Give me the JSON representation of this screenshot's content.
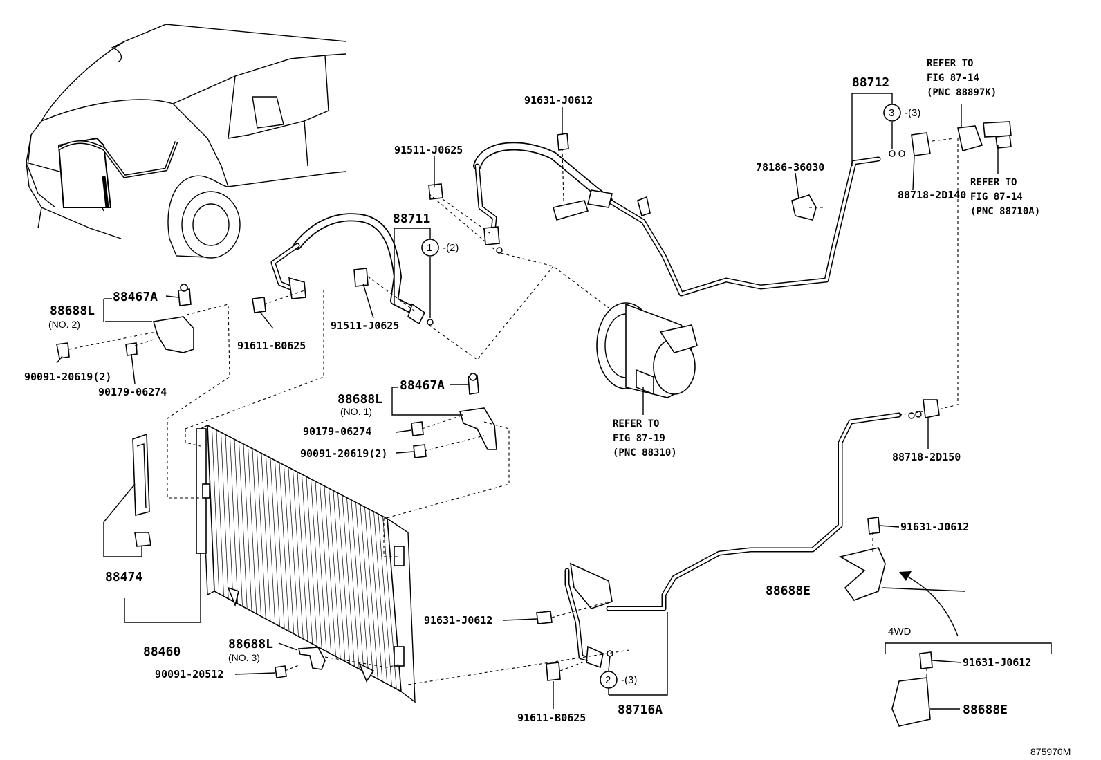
{
  "diagram": {
    "figure_code": "875970M",
    "parts": {
      "p88712": "88712",
      "p88711": "88711",
      "p88716a": "88716A",
      "p88460": "88460",
      "p88474": "88474",
      "p88467a_top": "88467A",
      "p88467a_mid": "88467A",
      "p88688l_top": "88688L",
      "p88688l_mid": "88688L",
      "p88688l_bot": "88688L",
      "no2": "(NO. 2)",
      "no1": "(NO. 1)",
      "no3": "(NO. 3)",
      "p88688e_upper": "88688E",
      "p88688e_lower": "88688E",
      "b91631_top": "91631-J0612",
      "b91631_right": "91631-J0612",
      "b91631_mid": "91631-J0612",
      "b91631_4wd": "91631-J0612",
      "b91511_top": "91511-J0625",
      "b91511_mid": "91511-J0625",
      "b91611_top": "91611-B0625",
      "b91611_bot": "91611-B0625",
      "b78186": "78186-36030",
      "n88718_2d140": "88718-2D140",
      "n88718_2d150": "88718-2D150",
      "b90091_2_left": "90091-20619(2)",
      "b90091_2_mid": "90091-20619(2)",
      "b90179_left": "90179-06274",
      "b90179_mid": "90179-06274",
      "b90091_20512": "90091-20512",
      "wd4": "4WD"
    },
    "circles": {
      "c1": "1",
      "c1_qty": "-(2)",
      "c2": "2",
      "c2_qty": "-(3)",
      "c3": "3",
      "c3_qty": "-(3)"
    },
    "refs": {
      "ref_top1": "REFER TO",
      "ref_top2": "FIG 87-14",
      "ref_top3": "(PNC 88897K)",
      "ref_right1": "REFER TO",
      "ref_right2": "FIG 87-14",
      "ref_right3": "(PNC 88710A)",
      "ref_comp1": "REFER TO",
      "ref_comp2": "FIG 87-19",
      "ref_comp3": "(PNC 88310)"
    }
  }
}
